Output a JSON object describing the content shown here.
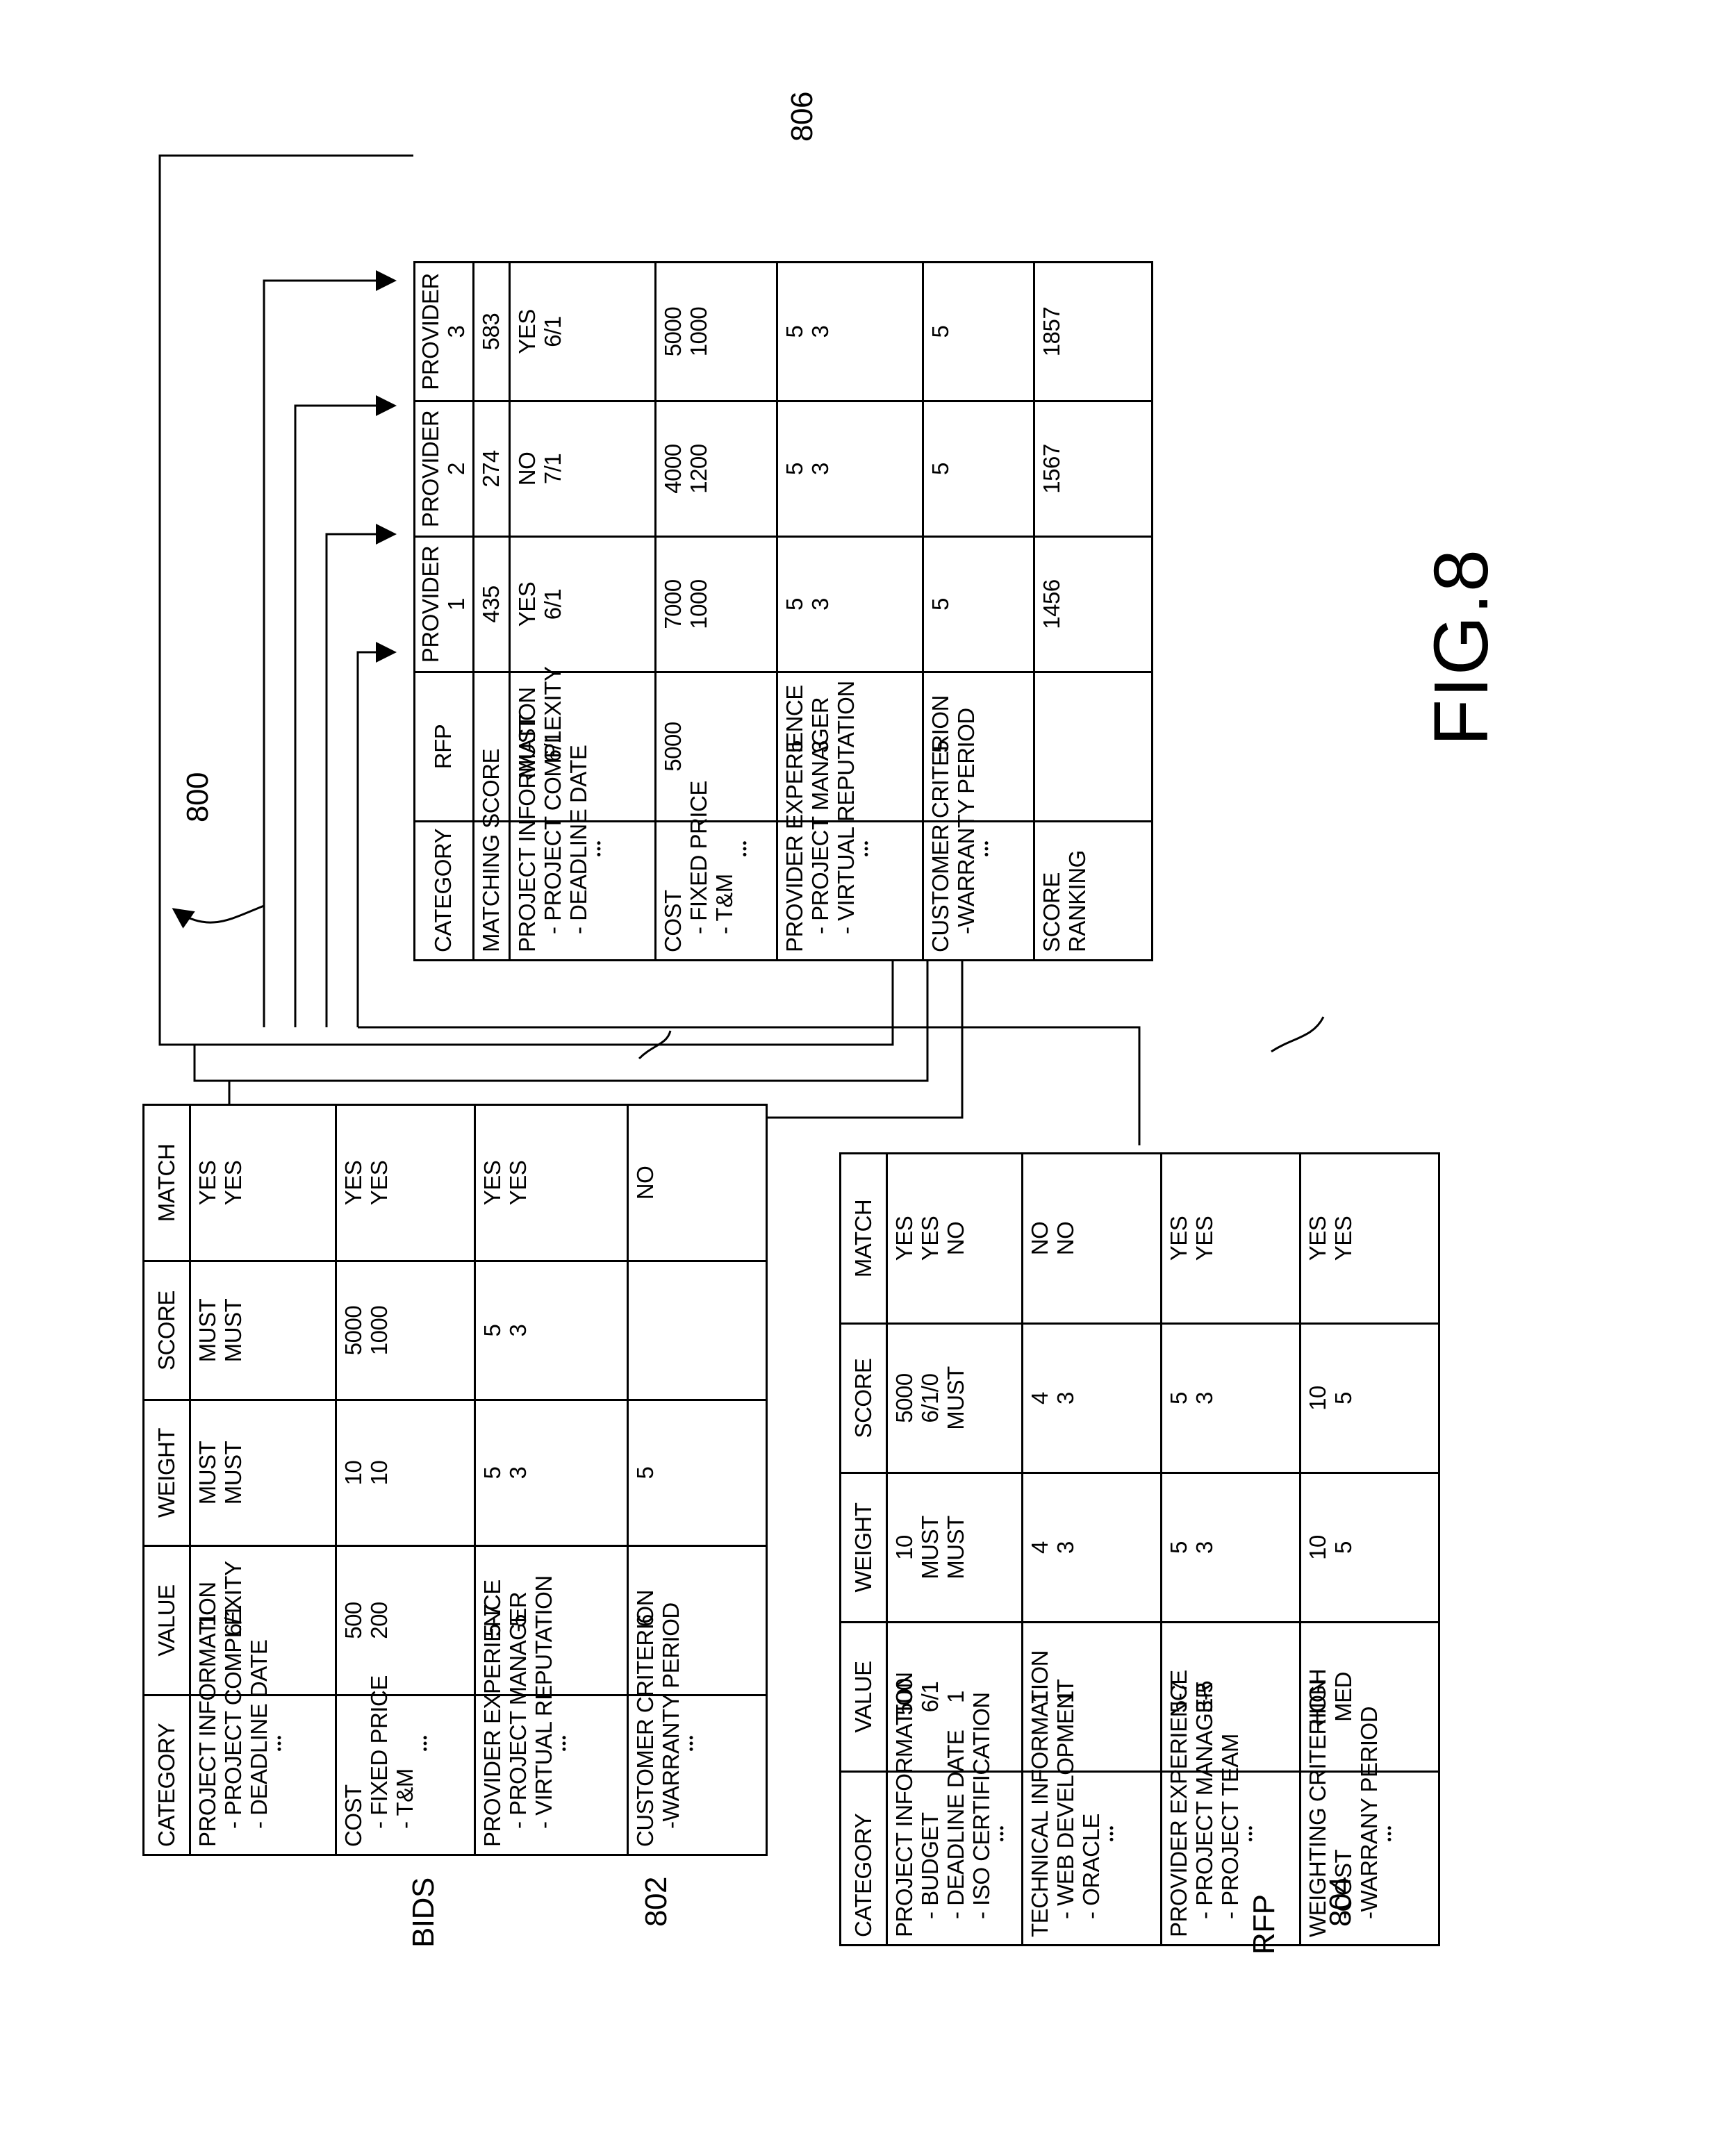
{
  "labels": {
    "bids": "BIDS",
    "rfp": "RFP",
    "ref_802": "802",
    "ref_804": "804",
    "ref_800": "800",
    "ref_806": "806",
    "figure": "FIG.8"
  },
  "bids_table": {
    "headers": [
      "CATEGORY",
      "VALUE",
      "WEIGHT",
      "SCORE",
      "MATCH"
    ],
    "rows": [
      {
        "category": [
          "PROJECT INFORMATION",
          "- PROJECT COMPLEXITY",
          "- DEADLINE DATE"
        ],
        "value": [
          "1",
          "6/1"
        ],
        "weight": [
          "MUST",
          "MUST"
        ],
        "score": [
          "MUST",
          "MUST"
        ],
        "match": [
          "YES",
          "YES"
        ]
      },
      {
        "category": [
          "COST",
          "- FIXED PRICE",
          "- T&M"
        ],
        "value": [
          "500",
          "200"
        ],
        "weight": [
          "10",
          "10"
        ],
        "score": [
          "5000",
          "1000"
        ],
        "match": [
          "YES",
          "YES"
        ]
      },
      {
        "category": [
          "PROVIDER EXPERIENCE",
          "- PROJECT MANAGER",
          "- VIRTUAL REPUTATION"
        ],
        "value": [
          "5-7",
          "5"
        ],
        "weight": [
          "5",
          "3"
        ],
        "score": [
          "5",
          "3"
        ],
        "match": [
          "YES",
          "YES"
        ]
      },
      {
        "category": [
          "CUSTOMER CRITERION",
          "-WARRANTY PERIOD"
        ],
        "value": [
          "6"
        ],
        "weight": [
          "5"
        ],
        "score": [],
        "match": [
          "NO"
        ]
      }
    ]
  },
  "rfp_table": {
    "headers": [
      "CATEGORY",
      "VALUE",
      "WEIGHT",
      "SCORE",
      "MATCH"
    ],
    "rows": [
      {
        "category": [
          "PROJECT INFORMATION",
          "- BUDGET",
          "- DEADLINE DATE",
          "- ISO CERTIFICATION"
        ],
        "value": [
          "500",
          "6/1",
          "1"
        ],
        "weight": [
          "10",
          "MUST",
          "MUST"
        ],
        "score": [
          "5000",
          "6/1/0",
          "MUST"
        ],
        "match": [
          "YES",
          "YES",
          "NO"
        ]
      },
      {
        "category": [
          "TECHNICAL INFORMATION",
          "- WEB DEVELOPMENT",
          "- ORACLE"
        ],
        "value": [
          "1",
          "1"
        ],
        "weight": [
          "4",
          "3"
        ],
        "score": [
          "4",
          "3"
        ],
        "match": [
          "NO",
          "NO"
        ]
      },
      {
        "category": [
          "PROVIDER EXPERIENCE",
          "- PROJECT MANAGER",
          "- PROJECT TEAM"
        ],
        "value": [
          "5-7",
          "3-5"
        ],
        "weight": [
          "5",
          "3"
        ],
        "score": [
          "5",
          "3"
        ],
        "match": [
          "YES",
          "YES"
        ]
      },
      {
        "category": [
          "WEIGHTING CRITERION",
          "-COST",
          "-WARRANY PERIOD"
        ],
        "value": [
          "HIGH",
          "MED"
        ],
        "weight": [
          "10",
          "5"
        ],
        "score": [
          "10",
          "5"
        ],
        "match": [
          "YES",
          "YES"
        ]
      }
    ]
  },
  "results_table": {
    "headers": [
      "CATEGORY",
      "RFP",
      "PROVIDER 1",
      "PROVIDER 2",
      "PROVIDER 3"
    ],
    "rows": [
      {
        "category": [
          "MATCHING SCORE"
        ],
        "rfp": [],
        "p1": [
          "435"
        ],
        "p2": [
          "274"
        ],
        "p3": [
          "583"
        ]
      },
      {
        "category": [
          "PROJECT INFORMATION",
          "- PROJECT COMPLEXITY",
          "- DEADLINE DATE"
        ],
        "rfp": [
          "MUST",
          "6/1"
        ],
        "p1": [
          "YES",
          "6/1"
        ],
        "p2": [
          "NO",
          "7/1"
        ],
        "p3": [
          "YES",
          "6/1"
        ]
      },
      {
        "category": [
          "COST",
          "- FIXED PRICE",
          "- T&M"
        ],
        "rfp": [
          "5000"
        ],
        "p1": [
          "7000",
          "1000"
        ],
        "p2": [
          "4000",
          "1200"
        ],
        "p3": [
          "5000",
          "1000"
        ]
      },
      {
        "category": [
          "PROVIDER EXPERIENCE",
          "- PROJECT MANAGER",
          "- VIRTUAL REPUTATION"
        ],
        "rfp": [
          "5",
          "3"
        ],
        "p1": [
          "5",
          "3"
        ],
        "p2": [
          "5",
          "3"
        ],
        "p3": [
          "5",
          "3"
        ]
      },
      {
        "category": [
          "CUSTOMER CRITERION",
          "-WARRANTY PERIOD"
        ],
        "rfp": [
          "5"
        ],
        "p1": [
          "5"
        ],
        "p2": [
          "5"
        ],
        "p3": [
          "5"
        ]
      },
      {
        "category": [
          "SCORE",
          "RANKING"
        ],
        "rfp": [],
        "p1": [
          "1456"
        ],
        "p2": [
          "1567"
        ],
        "p3": [
          "1857"
        ]
      }
    ]
  }
}
